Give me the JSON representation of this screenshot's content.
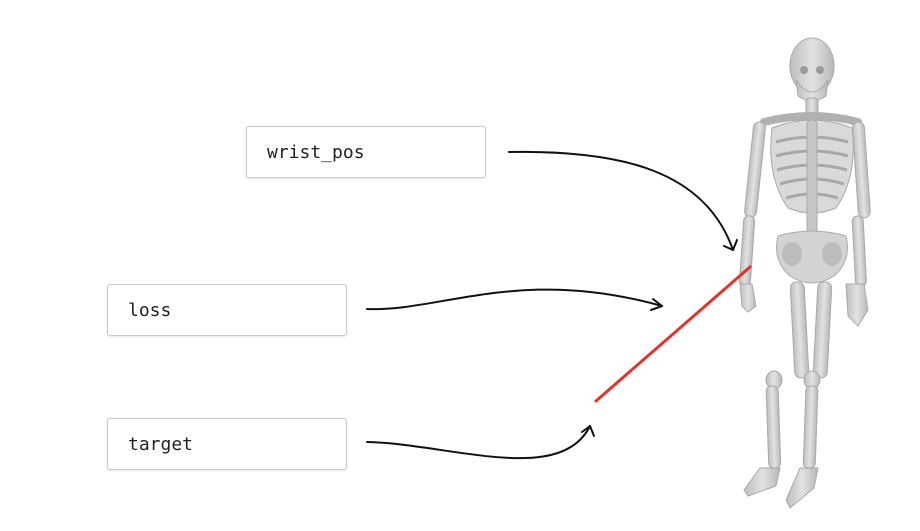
{
  "labels": {
    "wrist": "wrist_pos",
    "loss": "loss",
    "target": "target"
  },
  "colors": {
    "loss_line": "#e0342b",
    "arrow": "#111111",
    "skeleton": "#cfcfcf"
  },
  "figure": "skeleton"
}
